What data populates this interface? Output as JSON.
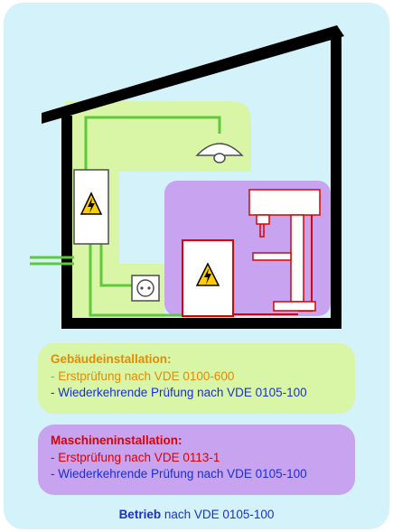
{
  "building": {
    "title": "Gebäudeinstallation:",
    "items": [
      {
        "text": "- Erstprüfung nach VDE 0100-600",
        "color": "#e68a00"
      },
      {
        "text": "- Wiederkehrende Prüfung nach VDE 0105-100",
        "color": "#1a2fd6"
      }
    ],
    "title_color": "#e68a00"
  },
  "machine": {
    "title": "Maschineninstallation:",
    "items": [
      {
        "text": "- Erstprüfung nach VDE 0113-1",
        "color": "#e00000"
      },
      {
        "text": "- Wiederkehrende Prüfung nach VDE 0105-100",
        "color": "#1a2fd6"
      }
    ],
    "title_color": "#e00000"
  },
  "footer": {
    "bold": "Betrieb",
    "rest": " nach VDE 0105-100"
  },
  "colors": {
    "background": "#d4f2f9",
    "green_zone": "#d9f5a6",
    "purple_zone": "#c7a3f0",
    "building_wire": "#5ec93a",
    "machine_wire": "#e00000",
    "house_outline": "#000000"
  },
  "icons": [
    "house-outline",
    "distribution-box-icon",
    "ceiling-lamp-icon",
    "socket-icon",
    "machine-control-box-icon",
    "drill-press-icon",
    "high-voltage-warning-icon"
  ]
}
